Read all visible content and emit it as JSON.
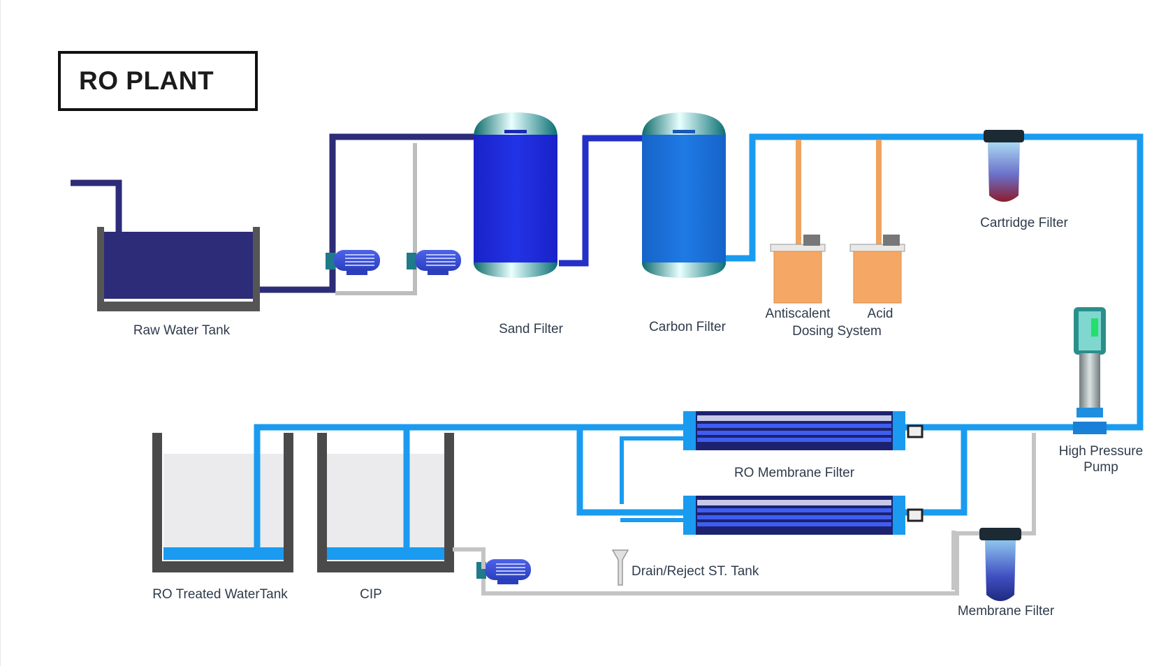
{
  "title": "RO PLANT",
  "labels": {
    "raw_water_tank": "Raw Water Tank",
    "sand_filter": "Sand Filter",
    "carbon_filter": "Carbon Filter",
    "antiscalent": "Antiscalent",
    "acid": "Acid",
    "dosing_system": "Dosing System",
    "cartridge_filter": "Cartridge Filter",
    "high_pressure_pump_1": "High Pressure",
    "high_pressure_pump_2": "Pump",
    "ro_membrane_filter": "RO Membrane Filter",
    "drain_tank": "Drain/Reject ST. Tank",
    "membrane_filter": "Membrane Filter",
    "ro_treated_tank": "RO Treated WaterTank",
    "cip": "CIP"
  },
  "colors": {
    "raw_pipe": "#2d2c78",
    "treated_pipe": "#1a9bf0",
    "sand_filter": "#1f2fd8",
    "carbon_filter": "#1c6fd9",
    "tank_wall": "#4a4a4a",
    "dosing_tank": "#f5a865",
    "return_pipe": "#c9c9c9"
  }
}
